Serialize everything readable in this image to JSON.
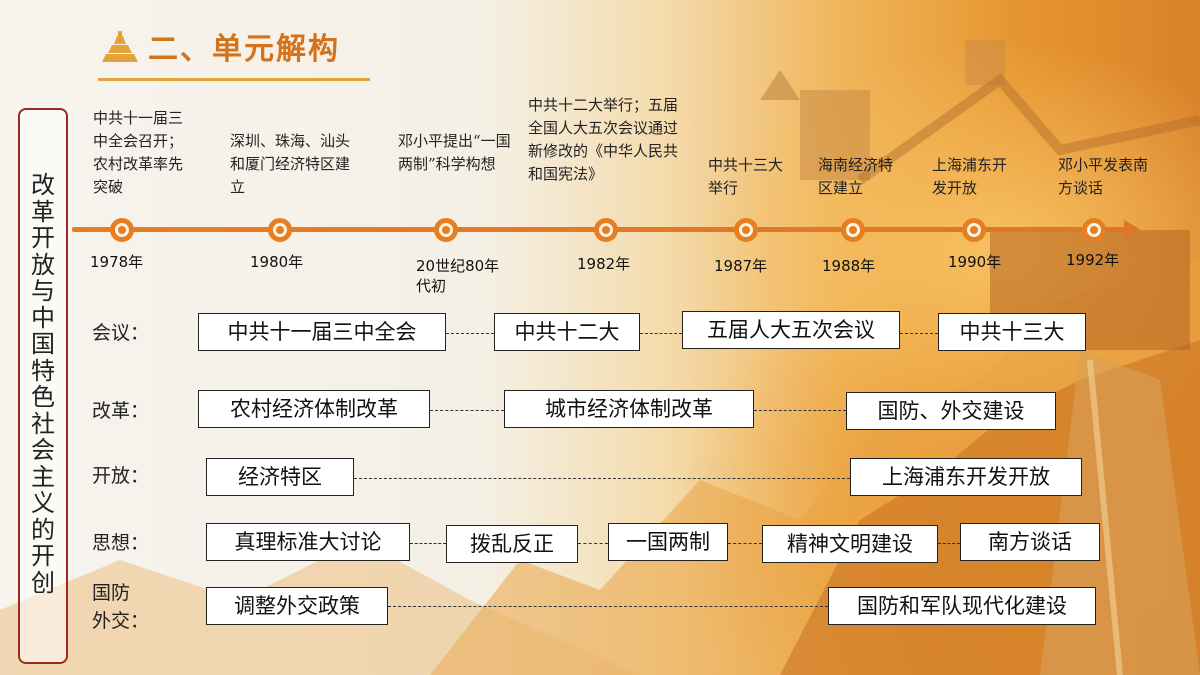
{
  "header": {
    "title": "二、单元解构",
    "icon": "great-wall-icon"
  },
  "side_label": "改革开放与中国特色社会主义的开创",
  "timeline": {
    "events": [
      {
        "text": "中共十一届三中全会召开；农村改革率先突破",
        "year": "1978年"
      },
      {
        "text": "深圳、珠海、汕头和厦门经济特区建立",
        "year": "1980年"
      },
      {
        "text": "邓小平提出“一国两制”科学构想",
        "year": "20世纪80年代初"
      },
      {
        "text": "中共十二大举行；五届全国人大五次会议通过新修改的《中华人民共和国宪法》",
        "year": "1982年"
      },
      {
        "text": "中共十三大举行",
        "year": "1987年"
      },
      {
        "text": "海南经济特区建立",
        "year": "1988年"
      },
      {
        "text": "上海浦东开发开放",
        "year": "1990年"
      },
      {
        "text": "邓小平发表南方谈话",
        "year": "1992年"
      }
    ]
  },
  "rows": {
    "meeting": {
      "label": "会议：",
      "items": [
        "中共十一届三中全会",
        "中共十二大",
        "五届人大五次会议",
        "中共十三大"
      ]
    },
    "reform": {
      "label": "改革：",
      "items": [
        "农村经济体制改革",
        "城市经济体制改革",
        "国防、外交建设"
      ]
    },
    "opening": {
      "label": "开放：",
      "items": [
        "经济特区",
        "上海浦东开发开放"
      ]
    },
    "thought": {
      "label": "思想：",
      "items": [
        "真理标准大讨论",
        "拨乱反正",
        "一国两制",
        "精神文明建设",
        "南方谈话"
      ]
    },
    "defense": {
      "label_line1": "国防",
      "label_line2": "外交：",
      "items": [
        "调整外交政策",
        "国防和军队现代化建设"
      ]
    }
  },
  "colors": {
    "accent": "#e67e22",
    "title": "#d4731c",
    "side_border": "#9d2a20"
  }
}
